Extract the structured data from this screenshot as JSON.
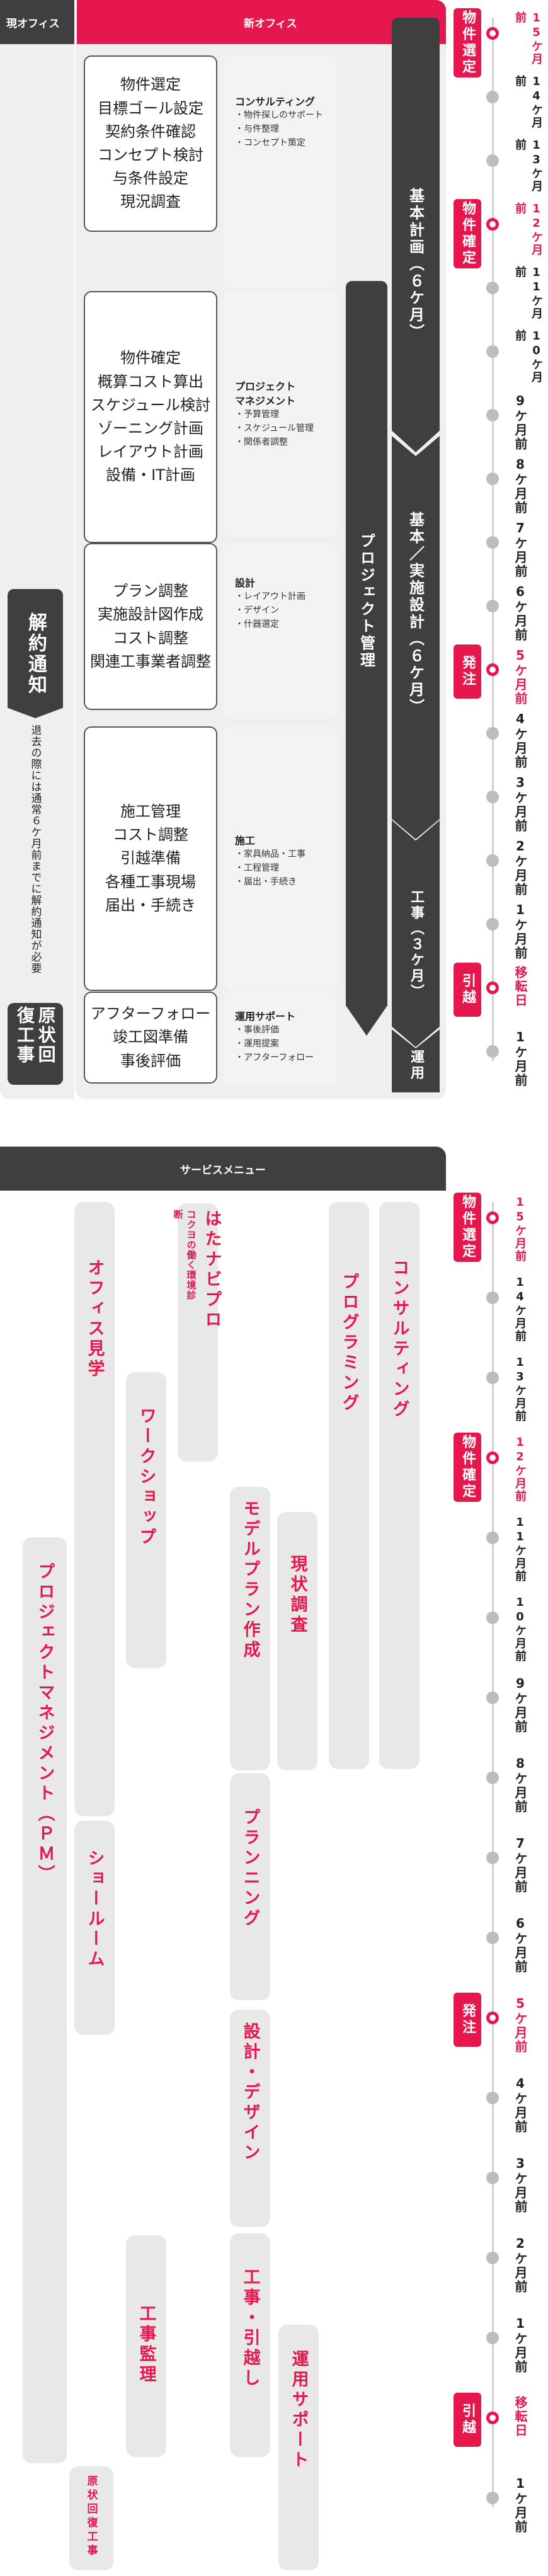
{
  "top": {
    "current_office": "現オフィス",
    "new_office": "新オフィス",
    "boxes": [
      [
        "物件選定",
        "目標ゴール設定",
        "契約条件確認",
        "コンセプト検討",
        "与条件設定",
        "現況調査"
      ],
      [
        "物件確定",
        "概算コスト算出",
        "スケジュール検討",
        "ゾーニング計画",
        "レイアウト計画",
        "設備・IT計画"
      ],
      [
        "プラン調整",
        "実施設計図作成",
        "コスト調整",
        "関連工事業者調整"
      ],
      [
        "施工管理",
        "コスト調整",
        "引越準備",
        "各種工事現場",
        "届出・手続き"
      ],
      [
        "アフターフォロー",
        "竣工図準備",
        "事後評価"
      ]
    ],
    "categories": [
      {
        "title": "コンサルティング",
        "items": [
          "・物件探しのサポート",
          "・与件整理",
          "・コンセプト策定"
        ]
      },
      {
        "title": "プロジェクト\nマネジメント",
        "items": [
          "・予算管理",
          "・スケジュール管理",
          "・関係者調整"
        ]
      },
      {
        "title": "設計",
        "items": [
          "・レイアウト計画",
          "・デザイン",
          "・什器選定"
        ]
      },
      {
        "title": "施工",
        "items": [
          "・家具納品・工事",
          "・工程管理",
          "・届出・手続き"
        ]
      },
      {
        "title": "運用サポート",
        "items": [
          "・事後評価",
          "・運用提案",
          "・アフターフォロー"
        ]
      }
    ],
    "cancel_notice": "解約通知",
    "cancel_note": "退去の際には通常６ケ月前までに解約通知が必要",
    "restoration": "原状回復工事",
    "project_management": "プロジェクト管理",
    "phases": [
      "基本計画（６ケ月）",
      "基本／実施設計（６ケ月）",
      "工事（３ケ月）",
      "運用"
    ]
  },
  "timeline": {
    "months": [
      "15ケ月前",
      "14ケ月前",
      "13ケ月前",
      "12ケ月前",
      "11ケ月前",
      "10ケ月前",
      "9ケ月前",
      "8ケ月前",
      "7ケ月前",
      "6ケ月前",
      "5ケ月前",
      "4ケ月前",
      "3ケ月前",
      "2ケ月前",
      "1ケ月前",
      "移転日",
      "1ケ月前"
    ],
    "red_months": [
      0,
      3,
      10,
      15
    ],
    "milestones": [
      {
        "label": "物件選定",
        "month": 0
      },
      {
        "label": "物件確定",
        "month": 3
      },
      {
        "label": "発注",
        "month": 10
      },
      {
        "label": "引越",
        "month": 15
      }
    ]
  },
  "services": {
    "header": "サービスメニュー",
    "items": [
      {
        "label": "プロジェクトマネジメント（ＰＭ）",
        "small": ""
      },
      {
        "label": "原状回復工事",
        "small": ""
      },
      {
        "label": "オフィス見学",
        "small": ""
      },
      {
        "label": "ショールーム",
        "small": ""
      },
      {
        "label": "ワークショップ",
        "small": ""
      },
      {
        "label": "工事監理",
        "small": ""
      },
      {
        "label": "はたナビプロ",
        "small": "コクヨの働く環境診断"
      },
      {
        "label": "モデルプラン作成",
        "small": ""
      },
      {
        "label": "プランニング",
        "small": ""
      },
      {
        "label": "設計・デザイン",
        "small": ""
      },
      {
        "label": "工事・引越し",
        "small": ""
      },
      {
        "label": "現状調査",
        "small": ""
      },
      {
        "label": "運用サポート",
        "small": ""
      },
      {
        "label": "プログラミング",
        "small": ""
      },
      {
        "label": "コンサルティング",
        "small": ""
      }
    ]
  },
  "colors": {
    "accent": "#e6174c",
    "dark": "#3f3f3f",
    "panel": "#efefef"
  }
}
